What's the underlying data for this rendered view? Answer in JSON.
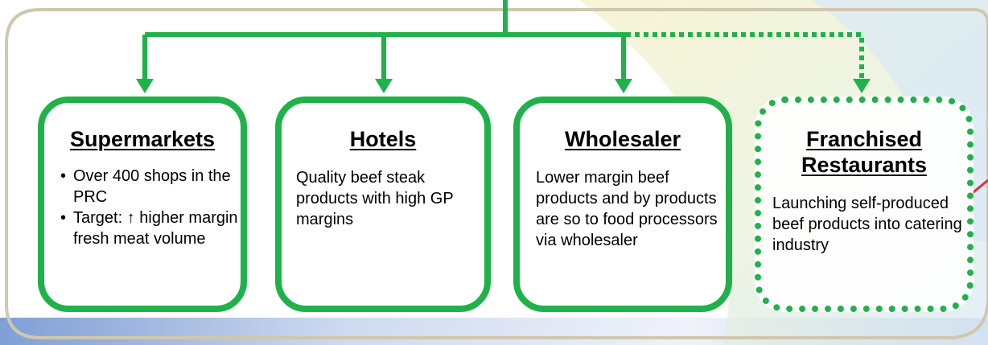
{
  "colors": {
    "green": "#20b24a",
    "frame_border": "#cfc8ae",
    "accent_red": "#e0302a"
  },
  "cards": {
    "supermarkets": {
      "title": "Supermarkets",
      "bullets": [
        "Over 400 shops in the PRC",
        "Target: ↑ higher margin fresh meat  volume"
      ]
    },
    "hotels": {
      "title": "Hotels",
      "text": "Quality beef steak products with high GP margins"
    },
    "wholesaler": {
      "title": "Wholesaler",
      "text": "Lower margin beef products and by products are so to food processors via wholesaler"
    },
    "franchised": {
      "title": "Franchised Restaurants",
      "text": "Launching self-produced beef products into catering industry",
      "dashed": true
    }
  }
}
